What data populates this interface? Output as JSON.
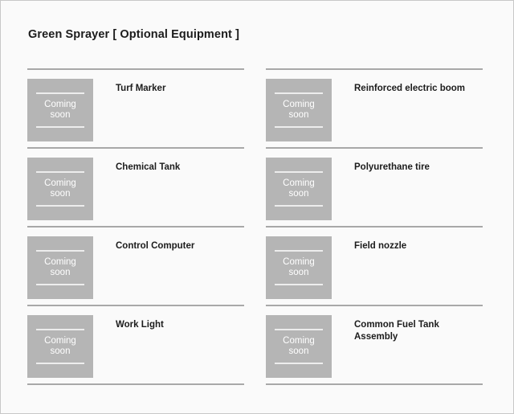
{
  "page": {
    "title": "Green Sprayer [ Optional Equipment ]",
    "background_color": "#fafafa",
    "border_color": "#c8c8c8",
    "rule_color": "#a8a8a8",
    "thumb_color": "#b5b5b5",
    "text_color": "#1c1c1c"
  },
  "placeholder": {
    "line1": "Coming",
    "line2": "soon"
  },
  "columns": [
    {
      "name": "left-column",
      "items": [
        {
          "label": "Turf Marker"
        },
        {
          "label": "Chemical Tank"
        },
        {
          "label": "Control Computer"
        },
        {
          "label": "Work Light"
        }
      ]
    },
    {
      "name": "right-column",
      "items": [
        {
          "label": "Reinforced electric boom"
        },
        {
          "label": "Polyurethane tire"
        },
        {
          "label": "Field nozzle"
        },
        {
          "label": "Common Fuel Tank Assembly"
        }
      ]
    }
  ]
}
